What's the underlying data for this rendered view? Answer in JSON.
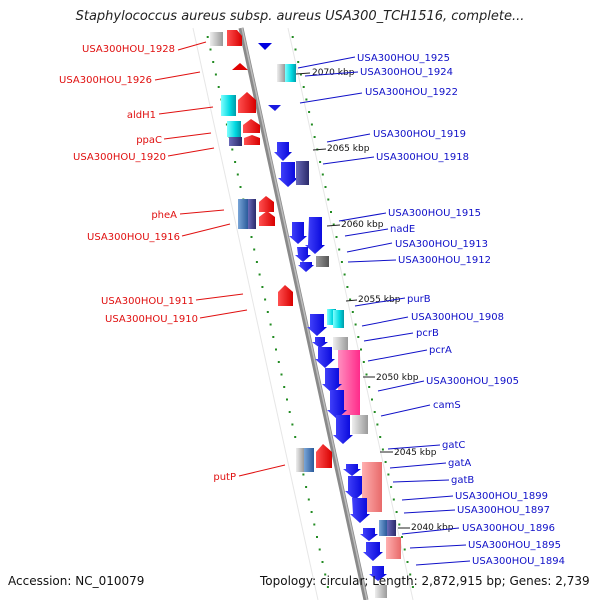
{
  "title": "Staphylococcus aureus subsp. aureus USA300_TCH1516, complete...",
  "footer": {
    "accession": "Accession: NC_010079",
    "stats": "Topology: circular; Length: 2,872,915 bp; Genes: 2,739"
  },
  "colors": {
    "forward_label": "#1010c8",
    "reverse_label": "#e01010",
    "backbone": "#888888",
    "tick": "#228b22"
  },
  "kbp_markers": [
    "2070 kbp",
    "2065 kbp",
    "2060 kbp",
    "2055 kbp",
    "2050 kbp",
    "2045 kbp",
    "2040 kbp"
  ],
  "labels_left": [
    "USA300HOU_1928",
    "USA300HOU_1926",
    "aldH1",
    "ppaC",
    "USA300HOU_1920",
    "pheA",
    "USA300HOU_1916",
    "USA300HOU_1911",
    "USA300HOU_1910",
    "putP"
  ],
  "labels_right": [
    "USA300HOU_1925",
    "USA300HOU_1924",
    "USA300HOU_1922",
    "USA300HOU_1919",
    "USA300HOU_1918",
    "USA300HOU_1915",
    "nadE",
    "USA300HOU_1913",
    "USA300HOU_1912",
    "purB",
    "USA300HOU_1908",
    "pcrB",
    "pcrA",
    "USA300HOU_1905",
    "camS",
    "gatC",
    "gatA",
    "gatB",
    "USA300HOU_1899",
    "USA300HOU_1897",
    "USA300HOU_1896",
    "USA300HOU_1895",
    "USA300HOU_1894"
  ]
}
